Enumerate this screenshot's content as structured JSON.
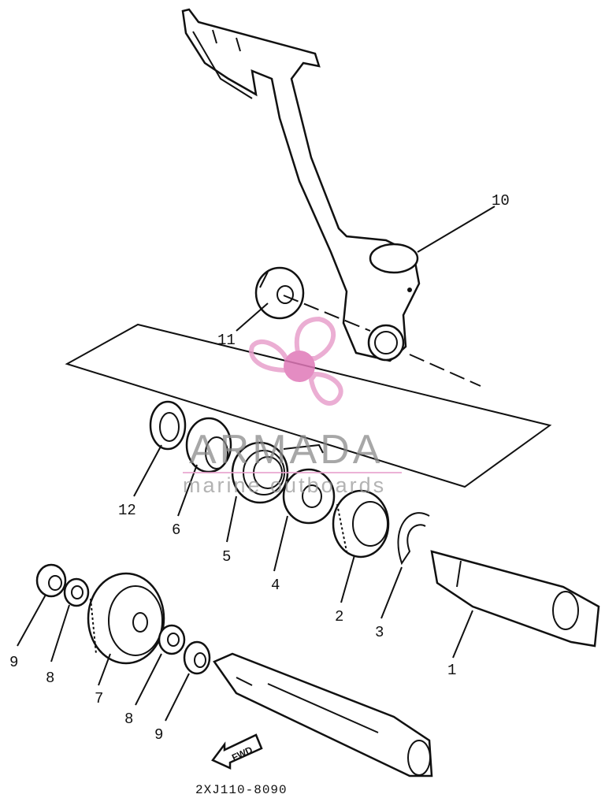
{
  "callouts": {
    "p1": "1",
    "p2": "2",
    "p3": "3",
    "p4": "4",
    "p5": "5",
    "p6": "6",
    "p7": "7",
    "p8a": "8",
    "p8b": "8",
    "p9a": "9",
    "p9b": "9",
    "p10": "10",
    "p11": "11",
    "p12": "12"
  },
  "arrow_label": "FWD",
  "diagram_code": "2XJ110-8090",
  "watermark": {
    "title": "ARMADA",
    "subtitle": "marine outboards"
  },
  "colors": {
    "line": "#111111",
    "watermark_pink": "#e8a0cc",
    "watermark_pink_dark": "#e078b8"
  }
}
